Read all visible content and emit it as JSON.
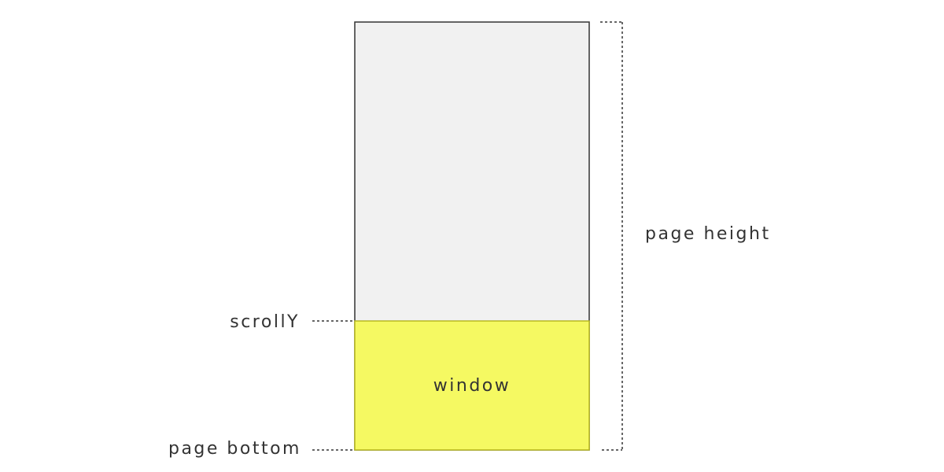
{
  "labels": {
    "page_height": "page height",
    "scroll_y": "scrollY",
    "window": "window",
    "page_bottom": "page bottom"
  },
  "colors": {
    "page_fill": "#f1f1f1",
    "page_stroke": "#333333",
    "window_fill": "#f5f962",
    "window_stroke": "#b8b820",
    "text": "#333333"
  }
}
